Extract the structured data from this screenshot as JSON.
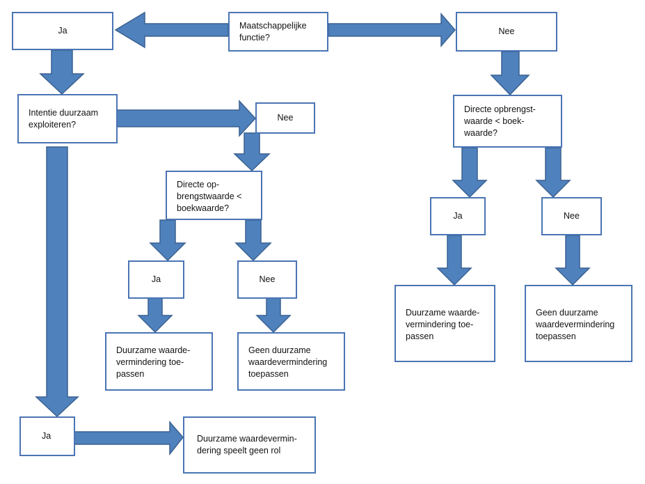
{
  "nodes": {
    "q_social_function": "Maatschappelijke\nfunctie?",
    "ja_top": "Ja",
    "nee_top": "Nee",
    "q_intention": "Intentie duurzaam\nexploiteren?",
    "nee_intention": "Nee",
    "q_left_value": "Directe op-\nbrengstwaarde <\nboekwaarde?",
    "ja_left": "Ja",
    "nee_left": "Nee",
    "res_left_apply": "Duurzame waarde-\nvermindering toe-\npassen",
    "res_left_none": "Geen duurzame\nwaardevermindering\ntoepassen",
    "ja_bottom": "Ja",
    "res_bottom": "Duurzame waardevermin-\ndering speelt geen rol",
    "q_right_value": "Directe opbrengst-\nwaarde < boek-\nwaarde?",
    "ja_right": "Ja",
    "nee_right": "Nee",
    "res_right_apply": "Duurzame waarde-\nvermindering toe-\npassen",
    "res_right_none": "Geen duurzame\nwaardevermindering\ntoepassen"
  },
  "colors": {
    "arrow_fill": "#4f81bd",
    "arrow_stroke": "#3a6190",
    "box_border": "#4a74b4"
  }
}
